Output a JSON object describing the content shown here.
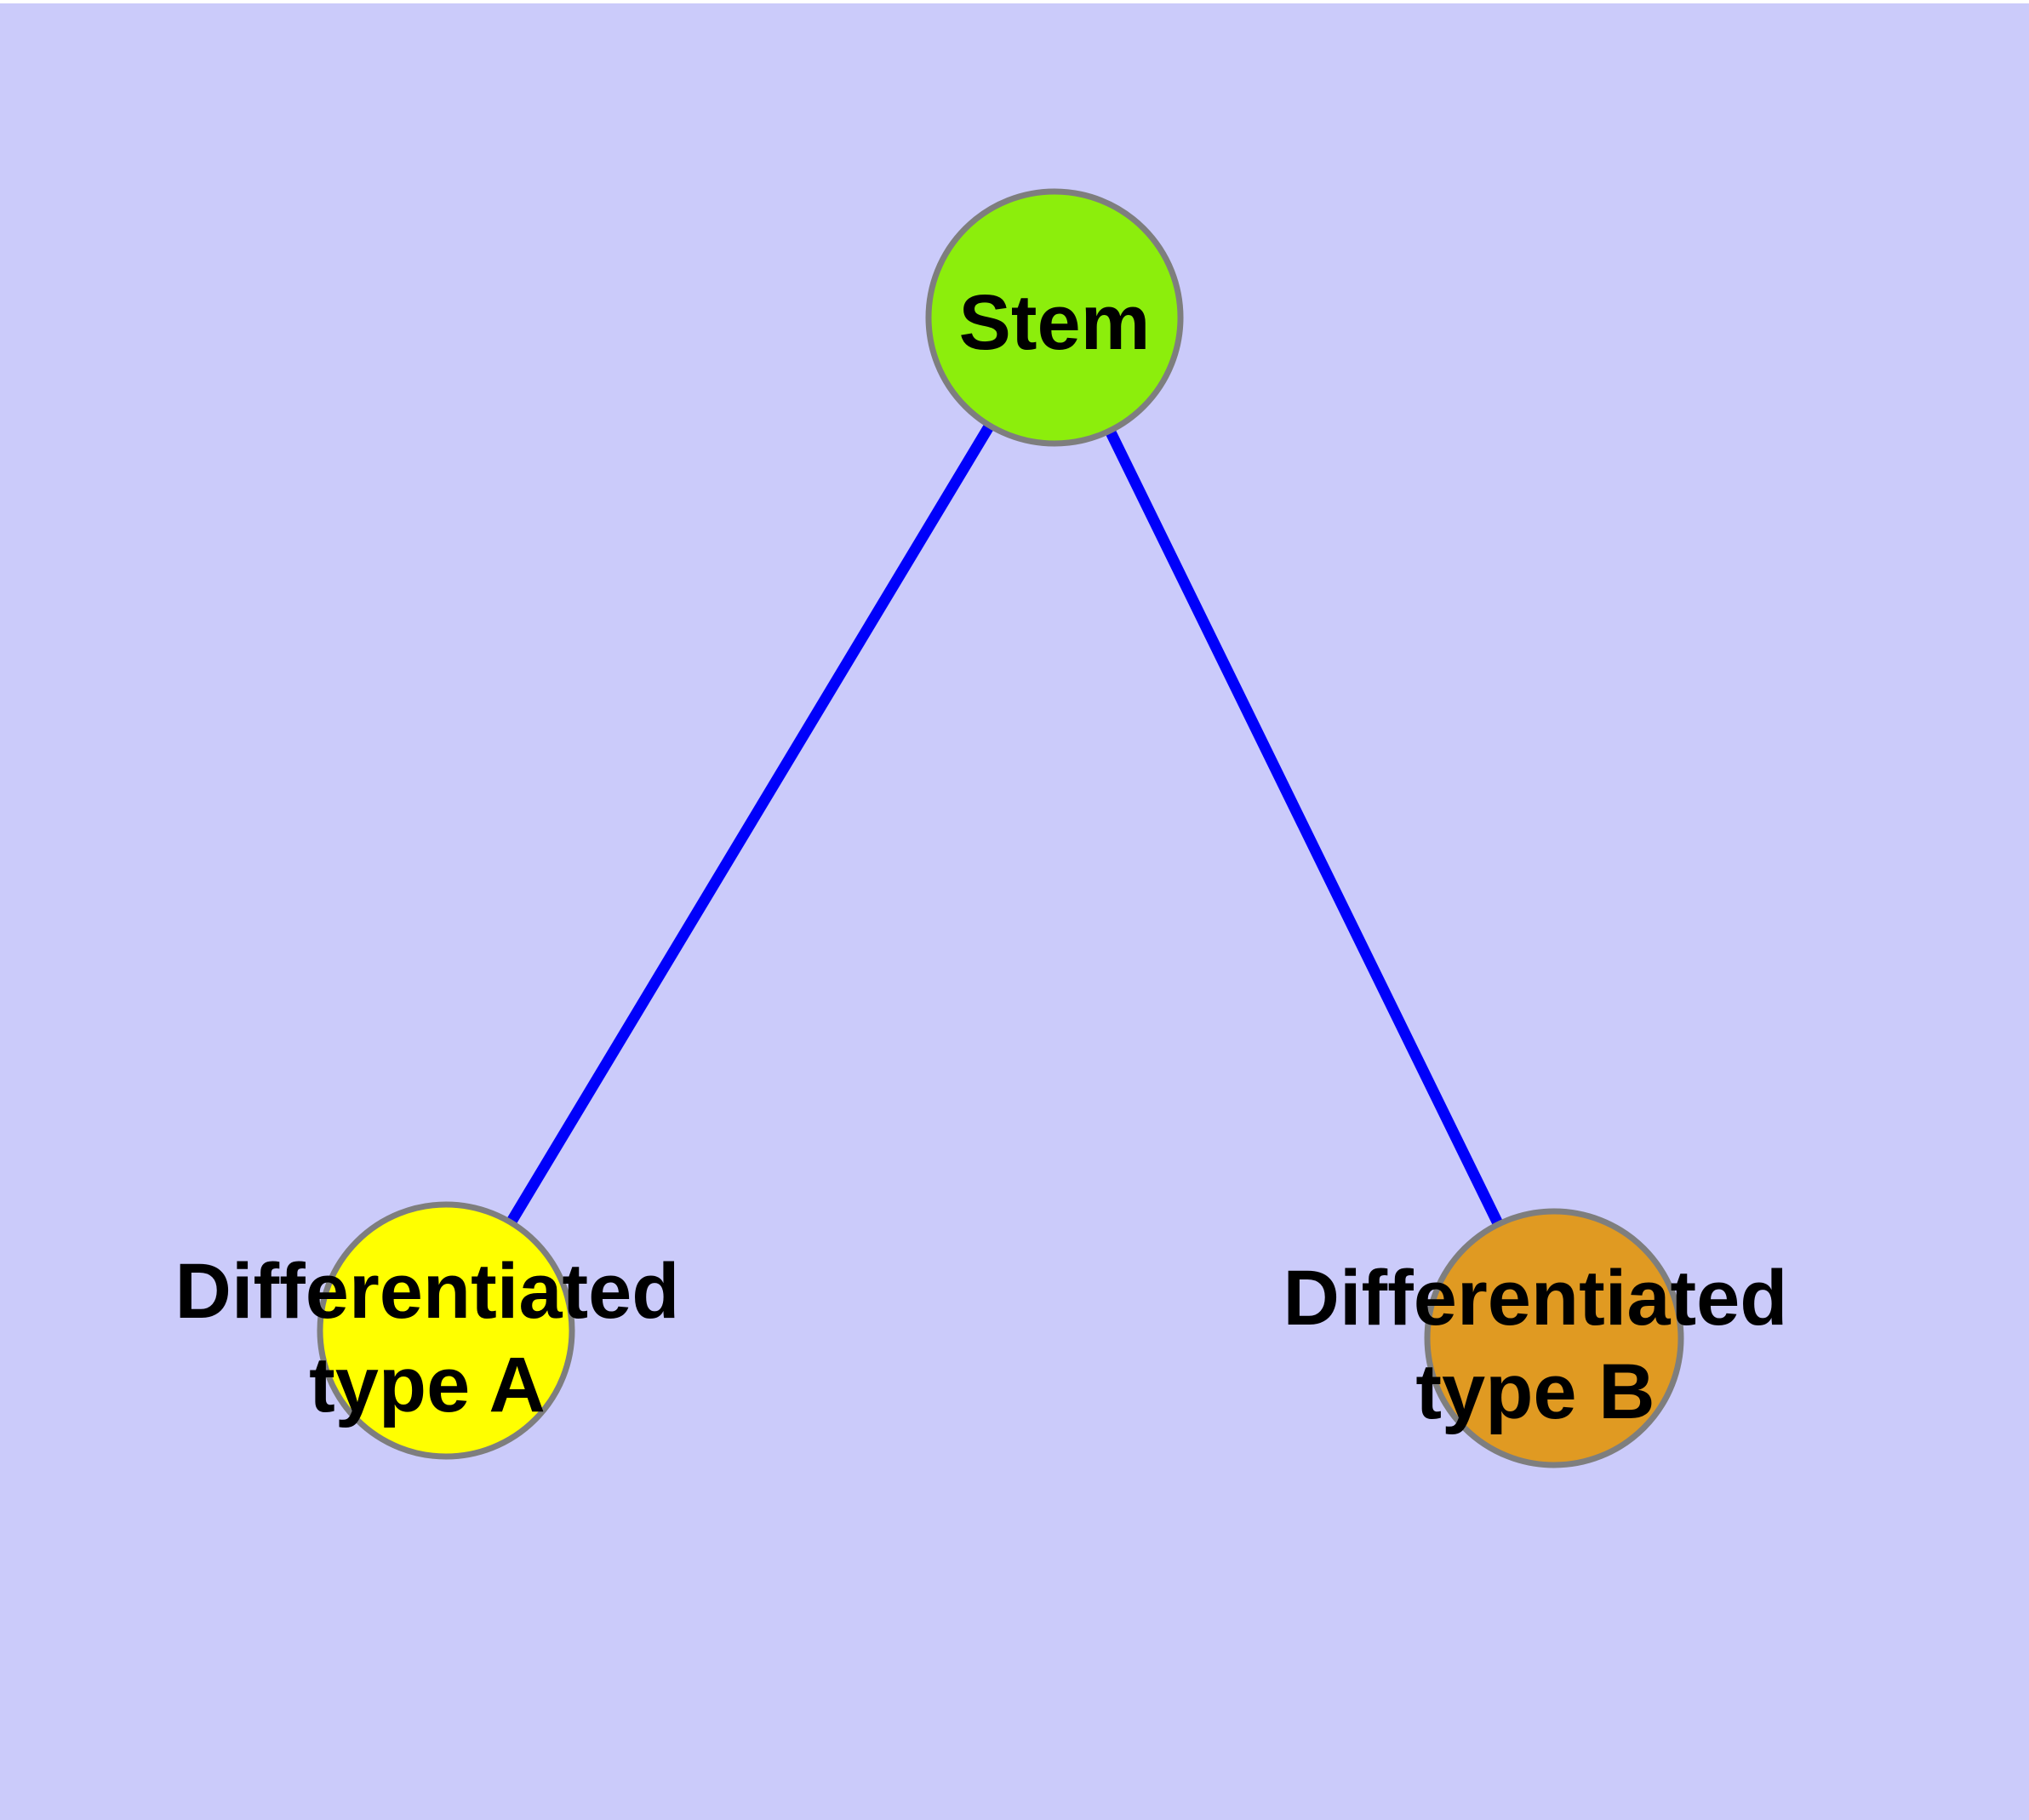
{
  "diagram": {
    "background_color": "#CBCBFA",
    "top_margin_color": "#FFFFFF",
    "edge_color": "#0000FA",
    "node_border_color": "#7E7E7E",
    "label_color": "#000000",
    "nodes": {
      "stem": {
        "label": "Stem",
        "fill": "#8CEE0C"
      },
      "type_a": {
        "label_line1": "Differentiated",
        "label_line2": "type A",
        "fill": "#FFFF00"
      },
      "type_b": {
        "label_line1": "Differentiated",
        "label_line2": "type B",
        "fill": "#E09A22"
      }
    },
    "edges": [
      {
        "from": "Stem",
        "to": "Differentiated type A"
      },
      {
        "from": "Stem",
        "to": "Differentiated type B"
      }
    ]
  }
}
